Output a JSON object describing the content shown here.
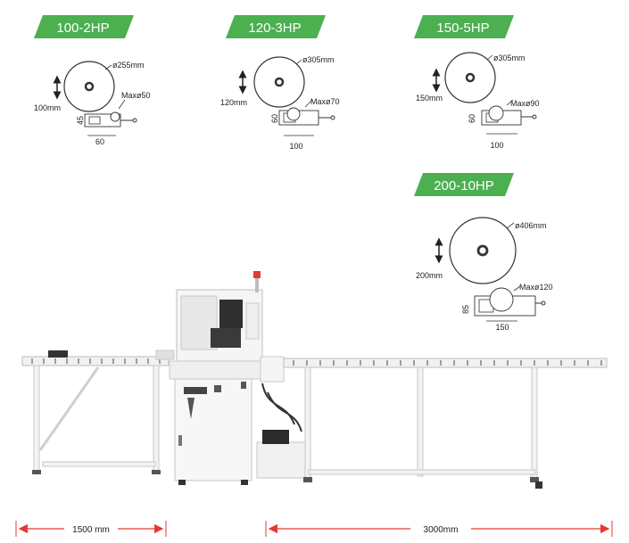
{
  "colors": {
    "brand_green": "#4caf50",
    "dim_red": "#e53935"
  },
  "models": [
    {
      "hp": "100-2HP",
      "disc": "ø255mm",
      "height": "100mm",
      "clamp": "Maxø50",
      "vise_h": "45",
      "vise_w": "60"
    },
    {
      "hp": "120-3HP",
      "disc": "ø305mm",
      "height": "120mm",
      "clamp": "Maxø70",
      "vise_h": "60",
      "vise_w": "100"
    },
    {
      "hp": "150-5HP",
      "disc": "ø305mm",
      "height": "150mm",
      "clamp": "Maxø90",
      "vise_h": "60",
      "vise_w": "100"
    },
    {
      "hp": "200-10HP",
      "disc": "ø406mm",
      "height": "200mm",
      "clamp": "Maxø120",
      "vise_h": "85",
      "vise_w": "150"
    }
  ],
  "dimensions": {
    "left_table": "1500 mm",
    "right_table": "3000mm"
  }
}
